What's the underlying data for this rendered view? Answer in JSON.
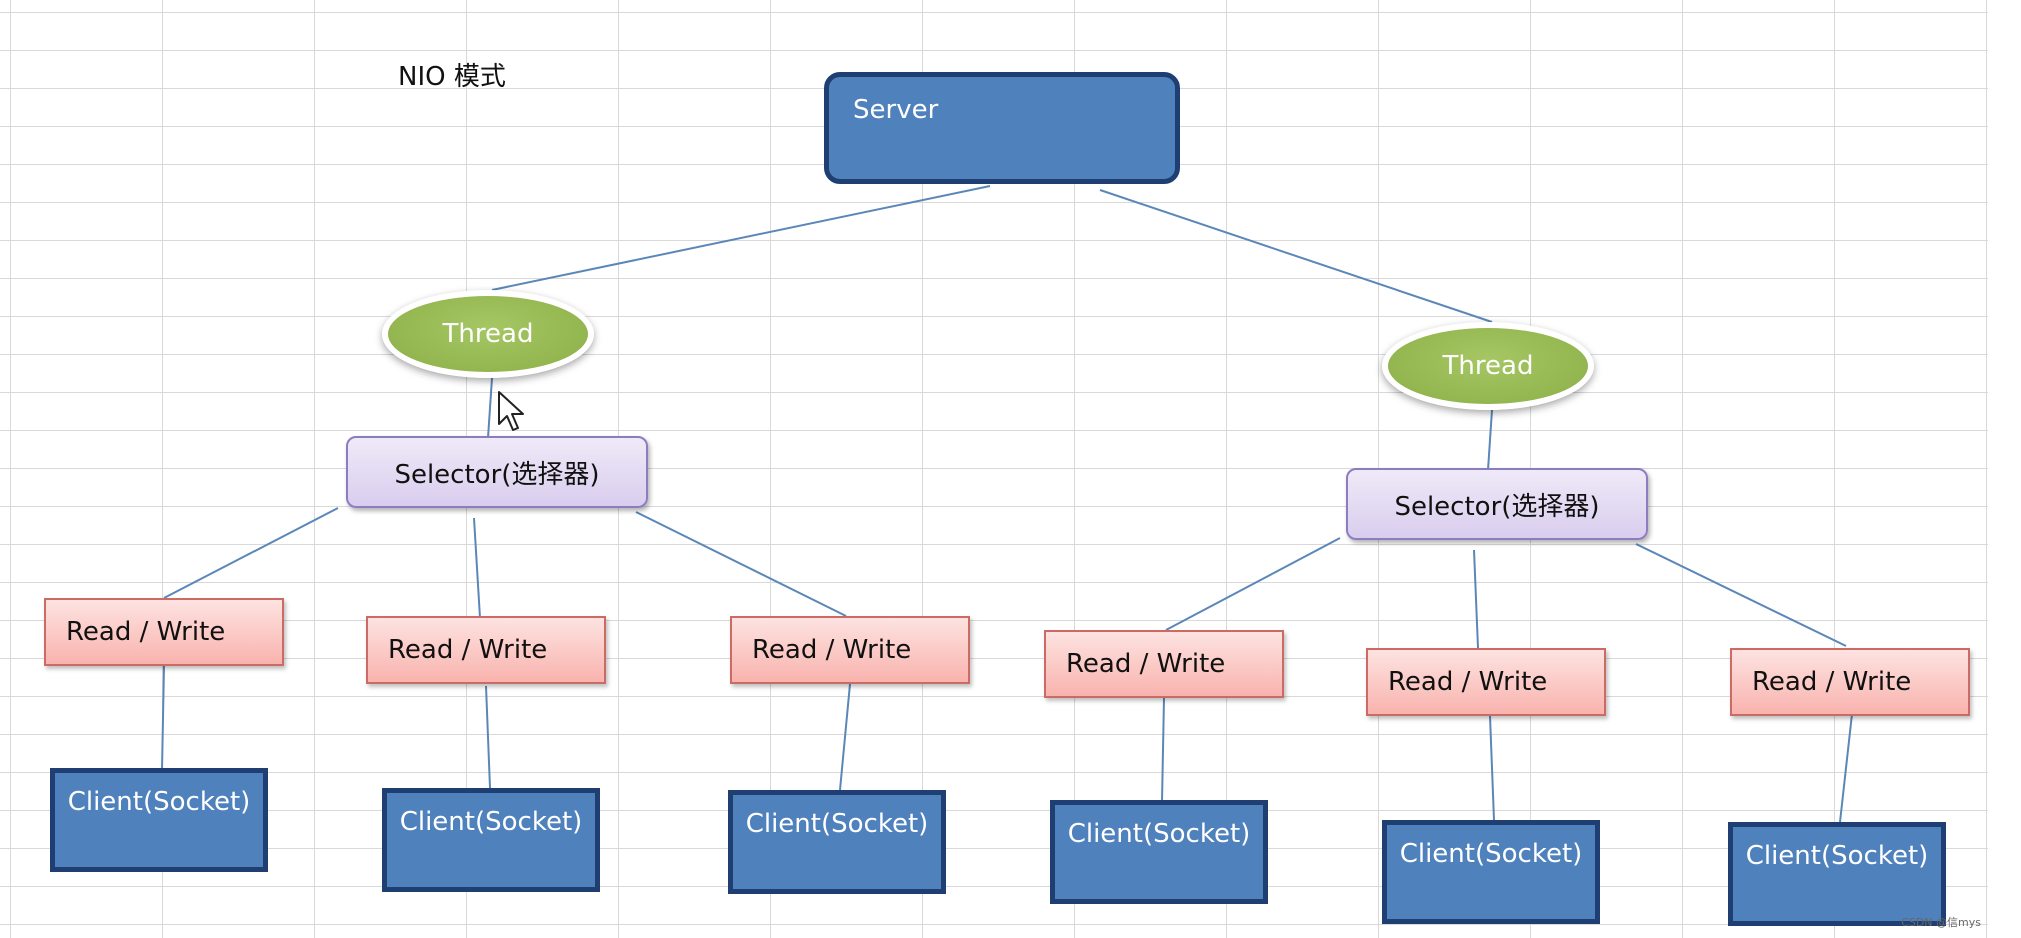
{
  "title": "NIO 模式",
  "server": "Server",
  "groups": [
    {
      "thread": "Thread",
      "selector": "Selector(选择器)",
      "read_write": [
        "Read / Write",
        "Read / Write",
        "Read / Write"
      ],
      "clients": [
        "Client(Socket)",
        "Client(Socket)",
        "Client(Socket)"
      ]
    },
    {
      "thread": "Thread",
      "selector": "Selector(选择器)",
      "read_write": [
        "Read / Write",
        "Read / Write",
        "Read / Write"
      ],
      "clients": [
        "Client(Socket)",
        "Client(Socket)",
        "Client(Socket)"
      ]
    }
  ],
  "watermark": "CSDN @信mys",
  "colors": {
    "server_fill": "#4f81bd",
    "server_border": "#1f3f73",
    "thread_fill": "#93b650",
    "selector_fill": "#d9cdee",
    "selector_border": "#8e7cc0",
    "rw_fill": "#f9b3ae",
    "rw_border": "#cc6b66",
    "client_fill": "#4f81bd",
    "connector": "#5b87b8"
  }
}
